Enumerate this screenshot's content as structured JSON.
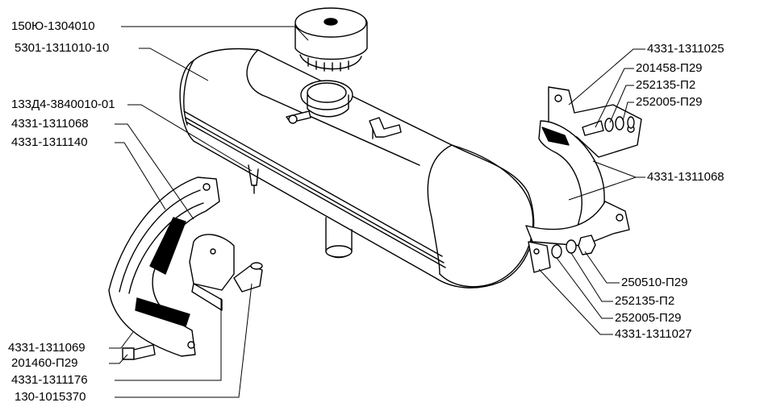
{
  "labels": {
    "cap": "150Ю-1304010",
    "tank": "5301-1311010-10",
    "sensor": "133Д4-3840010-01",
    "strap_left_outer": "4331-1311068",
    "bracket_left": "4331-1311140",
    "bracket_top_right": "4331-1311025",
    "bolt_top_right": "201458-П29",
    "washer_top_right_1": "252135-П2",
    "washer_top_right_2": "252005-П29",
    "strap_right": "4331-1311068",
    "nut_bottom_right": "250510-П29",
    "washer_bottom_right_1": "252135-П2",
    "washer_bottom_right_2": "252005-П29",
    "bracket_bottom_right": "4331-1311027",
    "pad_left": "4331-1311069",
    "bolt_left": "201460-П29",
    "clamp_left": "4331-1311176",
    "valve_left": "130-1015370"
  },
  "colors": {
    "ink": "#000000",
    "paper": "#ffffff",
    "shade": "#e6e6e6"
  }
}
